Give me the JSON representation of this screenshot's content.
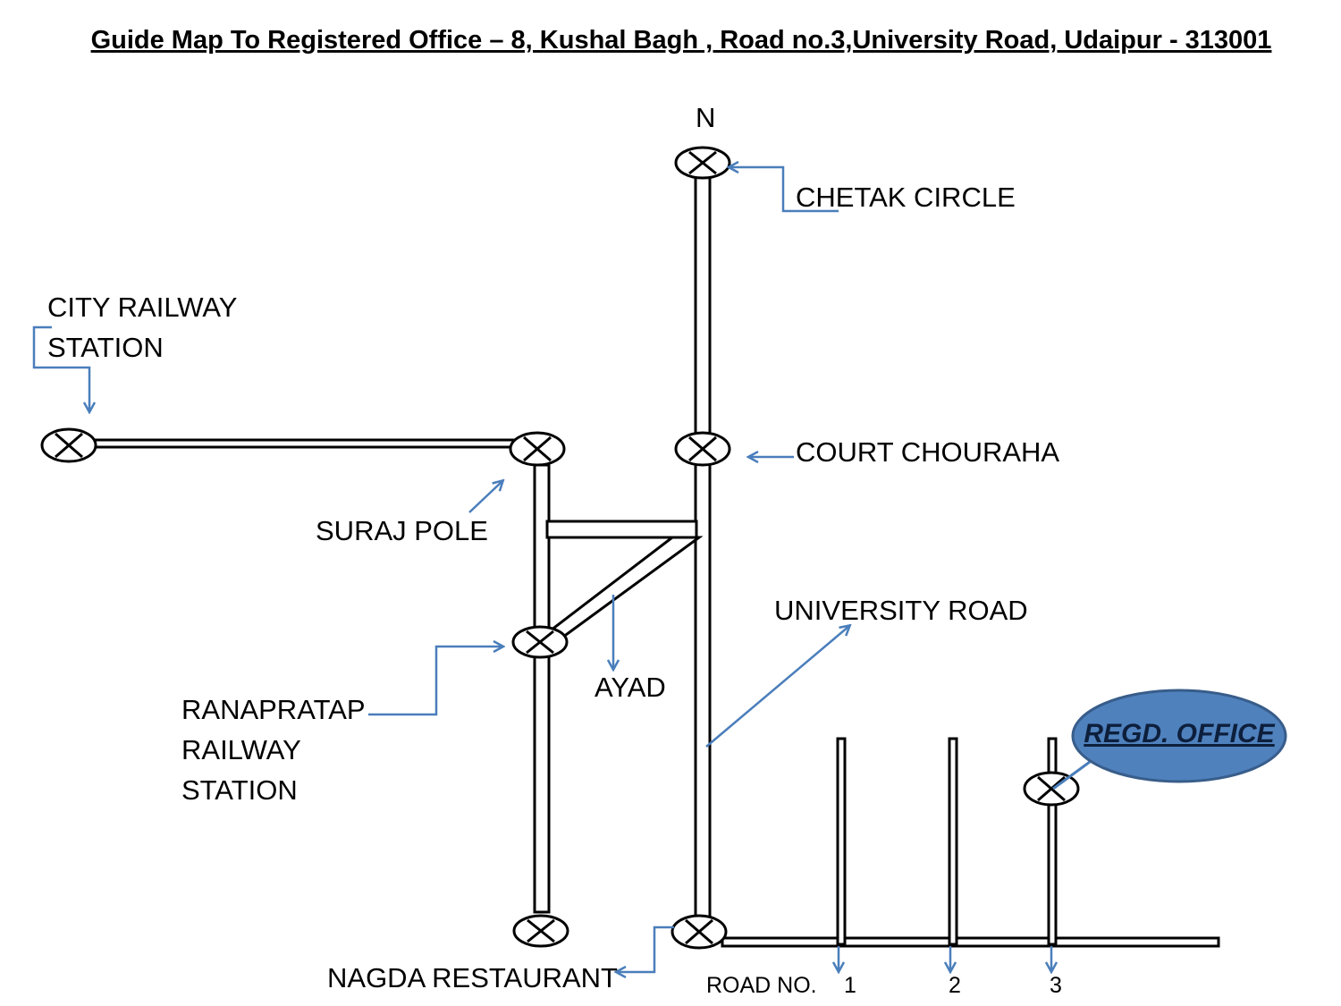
{
  "title": "Guide Map To Registered Office – 8, Kushal Bagh , Road no.3,University Road, Udaipur - 313001",
  "north_label": "N",
  "labels": {
    "chetak_circle": "CHETAK CIRCLE",
    "city_railway_line1": "CITY RAILWAY",
    "city_railway_line2": "STATION",
    "court_chouraha": "COURT CHOURAHA",
    "suraj_pole": "SURAJ POLE",
    "university_road": "UNIVERSITY ROAD",
    "ayad": "AYAD",
    "ranapratap_line1": "RANAPRATAP",
    "ranapratap_line2": "RAILWAY",
    "ranapratap_line3": "STATION",
    "regd_office": "REGD. OFFICE",
    "nagda_restaurant": "NAGDA RESTAURANT",
    "road_no": "ROAD NO.",
    "road_1": "1",
    "road_2": "2",
    "road_3": "3"
  },
  "icons": {
    "junction": "circled-x-junction-icon",
    "pointer": "arrow-pointer-icon"
  },
  "colors": {
    "pointer": "#4a7ebb",
    "office_fill": "#4f81bd",
    "office_stroke": "#385d8a",
    "office_text": "#0d1f3c"
  }
}
